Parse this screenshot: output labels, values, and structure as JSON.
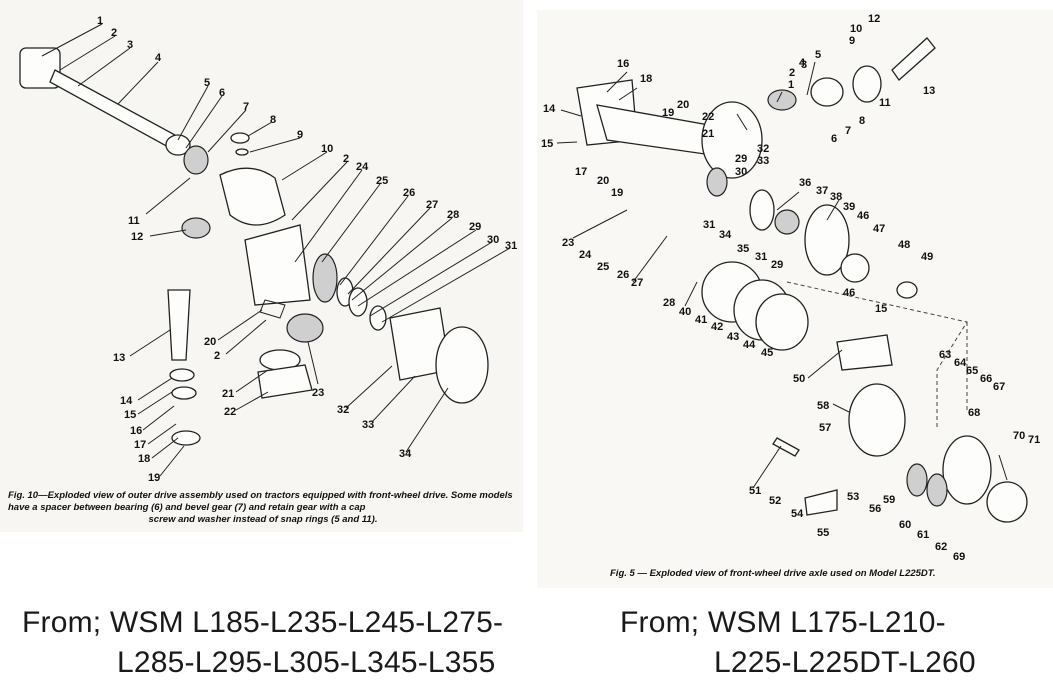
{
  "left_figure": {
    "caption_lines": [
      "Fig. 10—Exploded view of outer drive assembly used on tractors equipped with front-wheel",
      "drive. Some models have a spacer between bearing (6) and bevel gear (7) and retain gear with a cap",
      "screw and washer instead of snap rings (5 and 11)."
    ],
    "part_numbers": [
      "1",
      "2",
      "3",
      "4",
      "5",
      "6",
      "7",
      "8",
      "9",
      "10",
      "11",
      "12",
      "13",
      "14",
      "15",
      "16",
      "17",
      "18",
      "19",
      "2",
      "24",
      "25",
      "26",
      "27",
      "28",
      "29",
      "30",
      "31",
      "20",
      "2",
      "21",
      "22",
      "23",
      "32",
      "33",
      "34"
    ]
  },
  "right_figure": {
    "caption": "Fig. 5 — Exploded view of front-wheel drive axle used on Model L225DT.",
    "part_numbers": [
      "1",
      "2",
      "3",
      "4",
      "5",
      "6",
      "7",
      "8",
      "9",
      "10",
      "11",
      "12",
      "13",
      "14",
      "15",
      "16",
      "17",
      "18",
      "19",
      "20",
      "22",
      "21",
      "20",
      "19",
      "29",
      "30",
      "32",
      "33",
      "36",
      "37",
      "38",
      "39",
      "46",
      "23",
      "24",
      "25",
      "26",
      "27",
      "31",
      "34",
      "35",
      "31",
      "29",
      "47",
      "48",
      "49",
      "46",
      "15",
      "28",
      "40",
      "41",
      "42",
      "43",
      "44",
      "45",
      "50",
      "63",
      "64",
      "65",
      "66",
      "67",
      "58",
      "68",
      "57",
      "70",
      "71",
      "51",
      "52",
      "54",
      "55",
      "53",
      "56",
      "59",
      "60",
      "61",
      "62",
      "69"
    ]
  },
  "sources": {
    "left_line1": "From; WSM L185-L235-L245-L275-",
    "left_line2": "L285-L295-L305-L345-L355",
    "right_line1": "From; WSM L175-L210-",
    "right_line2": "L225-L225DT-L260"
  }
}
